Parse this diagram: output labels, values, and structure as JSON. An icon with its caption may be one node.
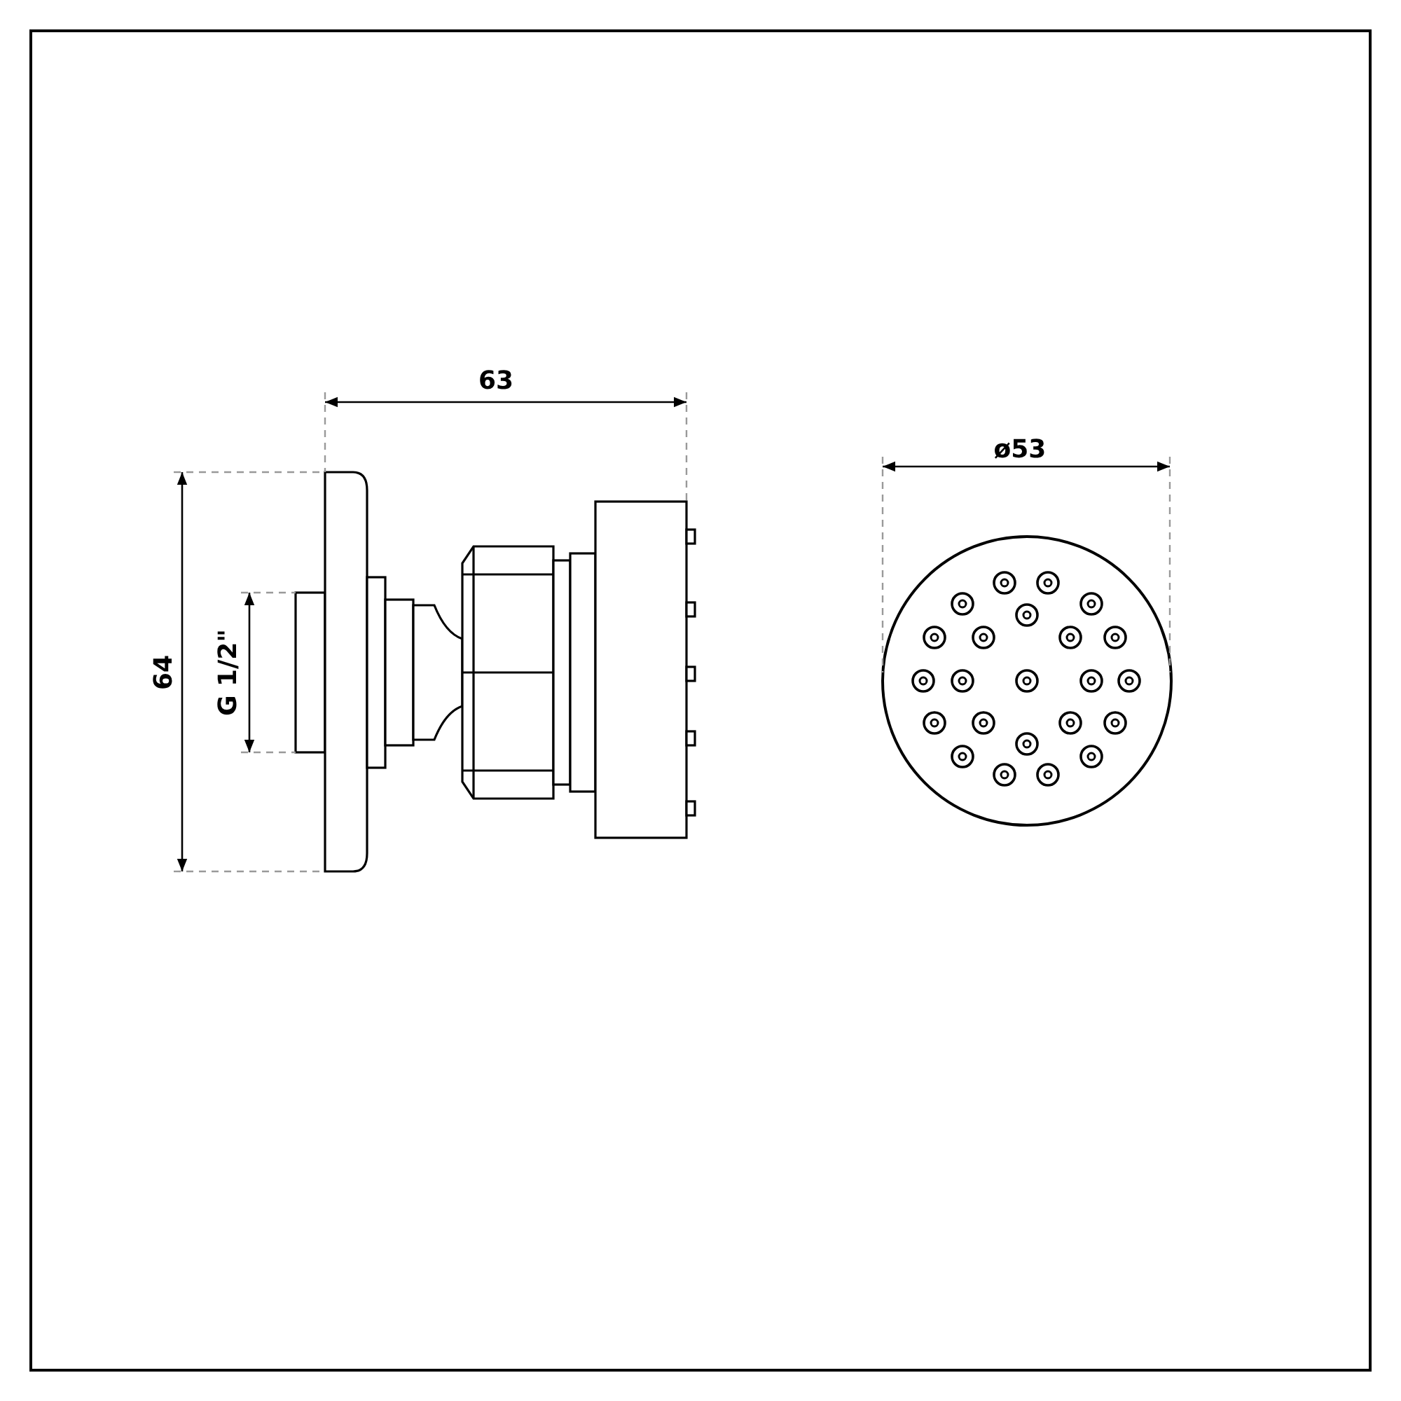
{
  "diagram": {
    "labels": [
      "63",
      "ø53",
      "64",
      "G 1/2\""
    ]
  }
}
